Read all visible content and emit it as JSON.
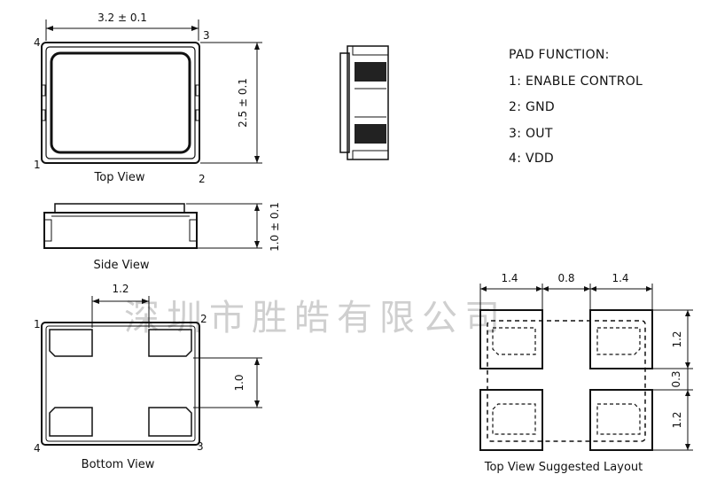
{
  "top_view": {
    "width_dim": "3.2 ± 0.1",
    "height_dim": "2.5 ± 0.1",
    "caption": "Top View",
    "pins": {
      "p1": "1",
      "p2": "2",
      "p3": "3",
      "p4": "4"
    }
  },
  "side_view": {
    "caption": "Side View",
    "height_dim": "1.0 ± 0.1"
  },
  "bottom_view": {
    "caption": "Bottom View",
    "pad_spacing_dim": "1.2",
    "pad_height_dim": "1.0",
    "pins": {
      "p1": "1",
      "p2": "2",
      "p3": "3",
      "p4": "4"
    }
  },
  "pad_function": {
    "heading": "PAD FUNCTION:",
    "items": [
      "1: ENABLE CONTROL",
      "2: GND",
      "3: OUT",
      "4: VDD"
    ]
  },
  "layout": {
    "caption": "Top View Suggested Layout",
    "dims": {
      "pad_w_left": "1.4",
      "gap": "0.8",
      "pad_w_right": "1.4",
      "pad_h_top": "1.2",
      "gap_v": "0.3",
      "pad_h_bottom": "1.2"
    }
  },
  "watermark": "深圳市胜皓有限公司"
}
